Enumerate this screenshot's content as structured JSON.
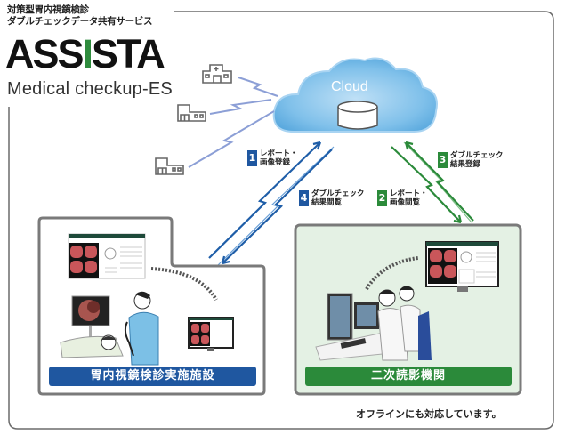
{
  "header": {
    "tagline_line1": "対策型胃内視鏡検診",
    "tagline_line2": "ダブルチェックデータ共有サービス",
    "logo_part1": "ASS",
    "logo_i": "I",
    "logo_part2": "STA",
    "subtitle": "Medical checkup-ES"
  },
  "cloud": {
    "label": "Cloud",
    "icon": "database-icon"
  },
  "facilities_icons": [
    "hospital-icon",
    "building-icon",
    "building-icon"
  ],
  "steps": [
    {
      "number": "1",
      "line1": "レポート・",
      "line2": "画像登録",
      "color": "#1f57a0"
    },
    {
      "number": "2",
      "line1": "レポート・",
      "line2": "画像閲覧",
      "color": "#2b8a3a"
    },
    {
      "number": "3",
      "line1": "ダブルチェック",
      "line2": "結果登録",
      "color": "#2b8a3a"
    },
    {
      "number": "4",
      "line1": "ダブルチェック",
      "line2": "結果閲覧",
      "color": "#1f57a0"
    }
  ],
  "panels": {
    "left": {
      "label": "胃内視鏡検診実施施設",
      "color": "#1f57a0"
    },
    "right": {
      "label": "二次読影機関",
      "color": "#2b8a3a"
    }
  },
  "footer": {
    "note": "オフラインにも対応しています。"
  }
}
